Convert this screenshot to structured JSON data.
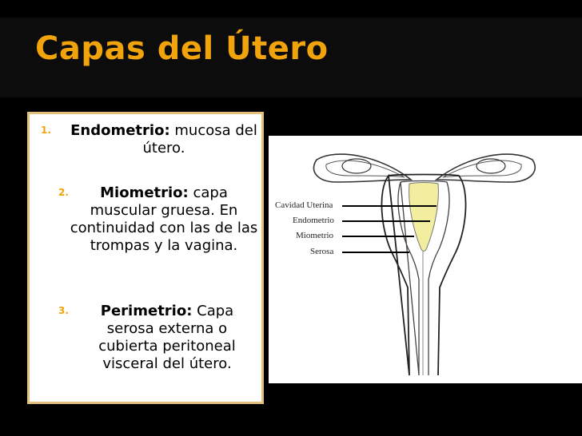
{
  "slide": {
    "title": "Capas del Útero",
    "items": [
      {
        "number": "1.",
        "term": "Endometrio:",
        "description": "mucosa del útero."
      },
      {
        "number": "2.",
        "term": "Miometrio:",
        "description": "capa muscular gruesa. En continuidad con las de las trompas y la vagina."
      },
      {
        "number": "3.",
        "term": "Perimetrio:",
        "description": "Capa serosa externa o cubierta peritoneal visceral del útero."
      }
    ]
  },
  "diagram": {
    "labels": [
      "Cavidad Uterina",
      "Endometrio",
      "Miometrio",
      "Serosa"
    ],
    "endometrium_color": "#f3eda0"
  }
}
